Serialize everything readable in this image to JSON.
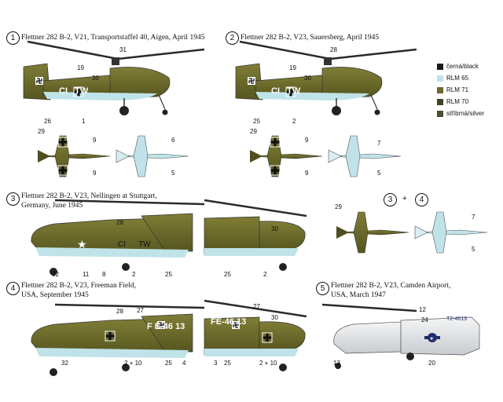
{
  "sections": [
    {
      "num": "1",
      "caption": [
        "Flettner 282 B-2, V21, Transportstaffel 40, Aigen, April 1945"
      ]
    },
    {
      "num": "2",
      "caption": [
        "Flettner 282 B-2, V23, Sauersberg, April 1945"
      ]
    },
    {
      "num": "3",
      "caption": [
        "Flettner 282 B-2, V23, Nellingen at Stuttgart,",
        "Germany, June 1945"
      ]
    },
    {
      "num": "4",
      "caption": [
        "Flettner 282 B-2, V23, Freeman Field,",
        "USA, September 1945"
      ]
    },
    {
      "num": "5",
      "caption": [
        "Flettner 282 B-2, V23, Camden Airport,",
        "USA, March 1947"
      ]
    }
  ],
  "combo": {
    "a": "3",
    "plus": "+",
    "b": "4"
  },
  "legend": [
    {
      "label": "černá/black",
      "color": "#1a1a1a"
    },
    {
      "label": "RLM 65",
      "color": "#bfe3e8"
    },
    {
      "label": "RLM 71",
      "color": "#6b6a2c"
    },
    {
      "label": "RLM 70",
      "color": "#3d4423"
    },
    {
      "label": "stříbrná/silver",
      "color": "#4a5030"
    }
  ],
  "callouts": {
    "p1": [
      "31",
      "19",
      "30",
      "26",
      "1"
    ],
    "p1t": [
      "29",
      "9",
      "9",
      "6",
      "5"
    ],
    "p2": [
      "28",
      "19",
      "30",
      "25",
      "2"
    ],
    "p2t": [
      "29",
      "9",
      "9",
      "7",
      "5"
    ],
    "p3": [
      "28",
      "8",
      "11",
      "32",
      "2",
      "25",
      "30",
      "2",
      "25"
    ],
    "p34t": [
      "29",
      "7",
      "5"
    ],
    "p4": [
      "28",
      "27",
      "2 + 10",
      "32",
      "25",
      "4",
      "27",
      "30",
      "3",
      "25",
      "2 + 10"
    ],
    "p5": [
      "12",
      "24",
      "13",
      "20"
    ]
  },
  "markings": {
    "code_ci_tw_1": "CI   TW",
    "code_ci_tw_3a": "CI",
    "code_ci_tw_3b": "TW",
    "fe_4613": "F E-46 13",
    "fe_4613b": "FE-46 13",
    "t2": "T2-4613"
  },
  "colors": {
    "olive": "#6b6a2c",
    "olive_dark": "#4e4e1f",
    "light_blue": "#bfe3e8",
    "silver": "#e6e8ea"
  }
}
